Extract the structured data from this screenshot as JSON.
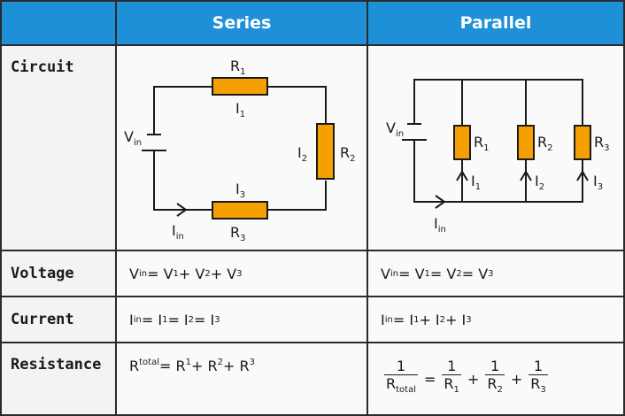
{
  "headers": {
    "series": "Series",
    "parallel": "Parallel"
  },
  "rows": {
    "circuit": "Circuit",
    "voltage": "Voltage",
    "current": "Current",
    "resistance": "Resistance"
  },
  "series_circuit": {
    "R1": "R",
    "R1_sub": "1",
    "R2": "R",
    "R2_sub": "2",
    "R3": "R",
    "R3_sub": "3",
    "I1": "I",
    "I1_sub": "1",
    "I2": "I",
    "I2_sub": "2",
    "I3": "I",
    "I3_sub": "3",
    "Vin": "V",
    "Vin_sub": "in",
    "Iin": "I",
    "Iin_sub": "in"
  },
  "parallel_circuit": {
    "Vin": "V",
    "Vin_sub": "in",
    "Iin": "I",
    "Iin_sub": "in",
    "R1": "R",
    "R1_sub": "1",
    "R2": "R",
    "R2_sub": "2",
    "R3": "R",
    "R3_sub": "3",
    "I1": "I",
    "I1_sub": "1",
    "I2": "I",
    "I2_sub": "2",
    "I3": "I",
    "I3_sub": "3"
  },
  "voltage": {
    "series": {
      "a": "V",
      "a_sub": "in",
      "eq": " = V",
      "b_sub": "1",
      "c": " + V",
      "c_sub": "2",
      "d": " + V",
      "d_sub": "3"
    },
    "parallel": {
      "a": "V",
      "a_sub": "in",
      "eq": " = V",
      "b_sub": "1",
      "c": " = V",
      "c_sub": "2",
      "d": " = V",
      "d_sub": "3"
    }
  },
  "current": {
    "series": {
      "a": "I",
      "a_sub": "in",
      "eq": " = I",
      "b_sub": "1",
      "c": " = I",
      "c_sub": "2",
      "d": " = I",
      "d_sub": "3"
    },
    "parallel": {
      "a": "I",
      "a_sub": "in",
      "eq": " = I",
      "b_sub": "1",
      "c": " + I",
      "c_sub": "2",
      "d": " + I",
      "d_sub": "3"
    }
  },
  "resistance": {
    "series": {
      "a": "R",
      "a_sub": "total",
      "eq": " = R",
      "b_sub": "1",
      "c": " + R",
      "c_sub": "2",
      "d": " + R",
      "d_sub": "3"
    },
    "parallel": {
      "one": "1",
      "den_total": "R",
      "den_total_sub": "total",
      "eq": "=",
      "den1": "R",
      "den1_sub": "1",
      "plus1": "+",
      "den2": "R",
      "den2_sub": "2",
      "plus2": "+",
      "den3": "R",
      "den3_sub": "3"
    }
  },
  "colors": {
    "header": "#1e90d8",
    "resistor": "#f5a000",
    "wire": "#1a1a1a"
  }
}
